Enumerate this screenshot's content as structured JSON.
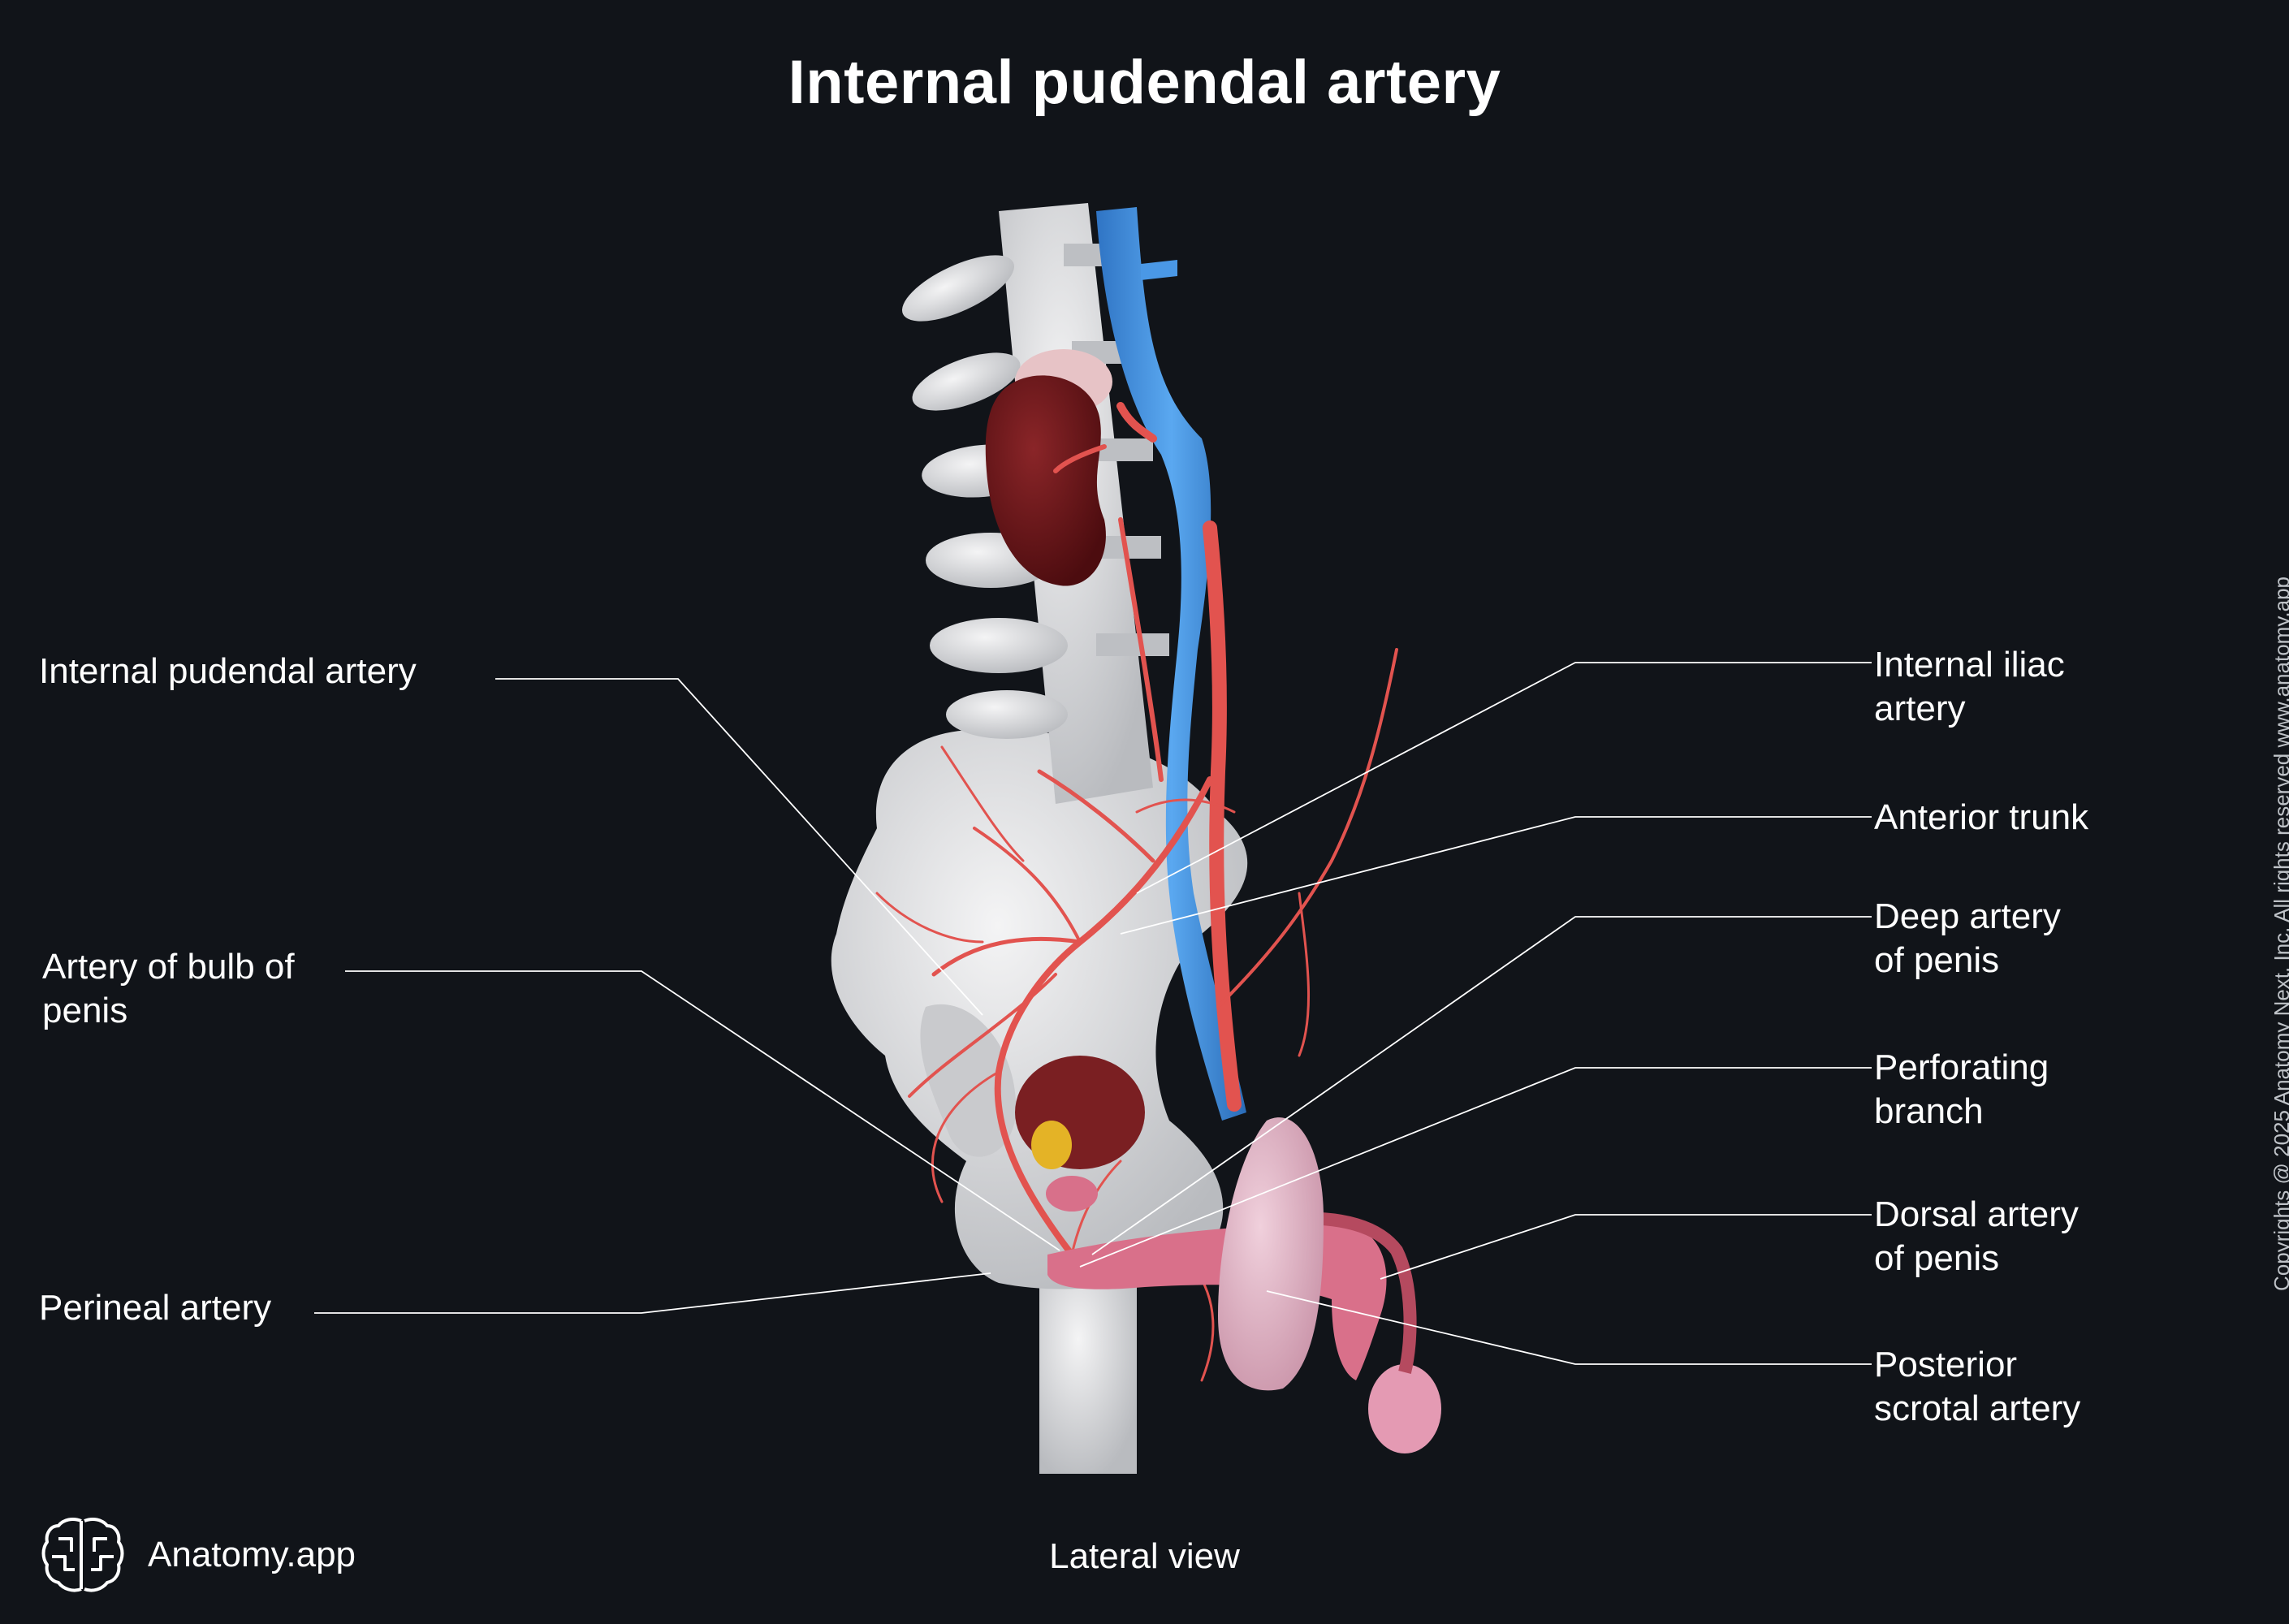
{
  "title": "Internal pudendal artery",
  "view_label": "Lateral view",
  "brand": {
    "name": "Anatomy.app",
    "logo_icon": "brain-logo-icon"
  },
  "copyright": "Copyrights @ 2025 Anatomy Next, Inc. All rights reserved www.anatomy.app",
  "labels": {
    "internal_pudendal_artery": "Internal pudendal artery",
    "artery_of_bulb_of_penis": "Artery of bulb of\npenis",
    "perineal_artery": "Perineal artery",
    "internal_iliac_artery": "Internal iliac\nartery",
    "anterior_trunk": "Anterior trunk",
    "deep_artery_of_penis": "Deep artery\nof penis",
    "perforating_branch": "Perforating\nbranch",
    "dorsal_artery_of_penis": "Dorsal artery\nof penis",
    "posterior_scrotal_artery": "Posterior\nscrotal artery"
  },
  "colors": {
    "background": "#111419",
    "bone": "#dfe0e2",
    "artery": "#e2534f",
    "vein": "#3d8fe0",
    "kidney": "#6b1417",
    "penis": "#d9708a",
    "scrotum": "#e3b8c6",
    "leader_line": "#ffffff"
  }
}
